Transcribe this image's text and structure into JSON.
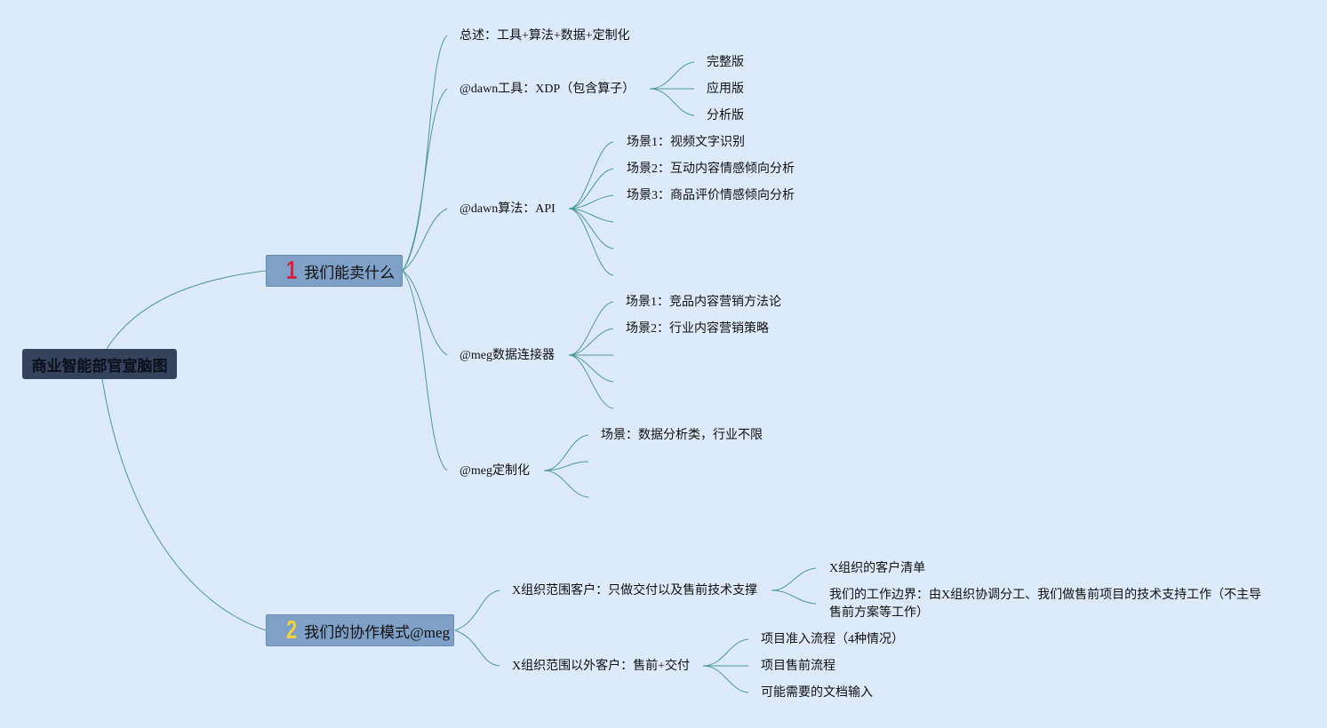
{
  "root": {
    "label": "商业智能部官宣脑图"
  },
  "branch1": {
    "number": "1",
    "number_color": "#d9213f",
    "label": "我们能卖什么",
    "items": {
      "overview": "总述：工具+算法+数据+定制化",
      "tool": {
        "label": "@dawn工具：XDP（包含算子）",
        "children": [
          "完整版",
          "应用版",
          "分析版"
        ]
      },
      "algo": {
        "label": "@dawn算法：API",
        "children": [
          "场景1：视频文字识别",
          "场景2：互动内容情感倾向分析",
          "场景3：商品评价情感倾向分析"
        ]
      },
      "data": {
        "label": "@meg数据连接器",
        "children": [
          "场景1：竞品内容营销方法论",
          "场景2：行业内容营销策略"
        ]
      },
      "custom": {
        "label": "@meg定制化",
        "children": [
          "场景：数据分析类，行业不限"
        ]
      }
    }
  },
  "branch2": {
    "number": "2",
    "number_color": "#f2d23a",
    "label": "我们的协作模式@meg",
    "items": {
      "inside": {
        "label": "X组织范围客户：只做交付以及售前技术支撑",
        "children": [
          "X组织的客户清单",
          "我们的工作边界：由X组织协调分工、我们做售前项目的技术支持工作（不主导售前方案等工作）"
        ]
      },
      "outside": {
        "label": "X组织范围以外客户：售前+交付",
        "children": [
          "项目准入流程（4种情况）",
          "项目售前流程",
          "可能需要的文档输入"
        ]
      }
    }
  },
  "colors": {
    "background": "#dceafb",
    "link": "#4f9a92",
    "root_fill": "#34425e",
    "branch_fill": "#7fa0c7"
  }
}
